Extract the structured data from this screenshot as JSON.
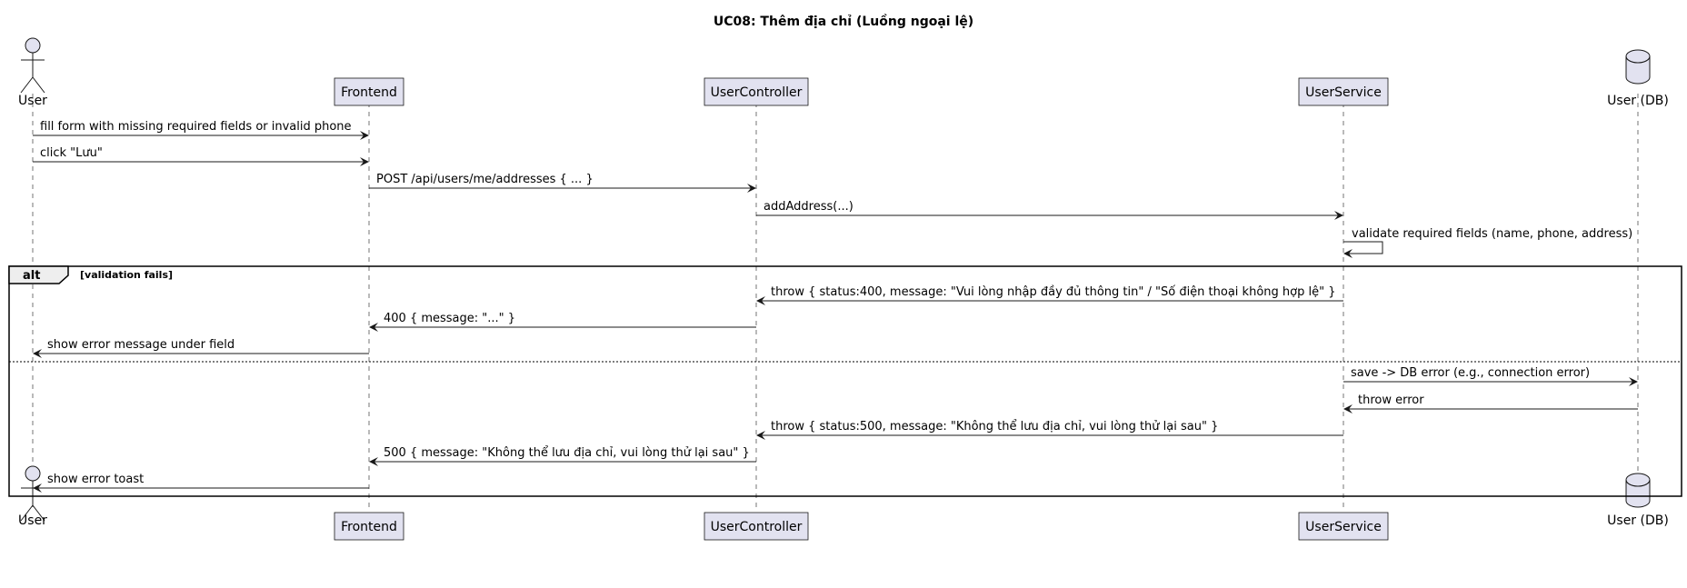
{
  "title": "UC08: Thêm địa chỉ (Luồng ngoại lệ)",
  "participants": [
    {
      "id": "user",
      "name": "User",
      "kind": "actor"
    },
    {
      "id": "frontend",
      "name": "Frontend",
      "kind": "participant"
    },
    {
      "id": "controller",
      "name": "UserController",
      "kind": "participant"
    },
    {
      "id": "service",
      "name": "UserService",
      "kind": "participant"
    },
    {
      "id": "db",
      "name": "User (DB)",
      "kind": "database"
    }
  ],
  "messages": [
    {
      "from": "user",
      "to": "frontend",
      "text": "fill form with missing required fields or invalid phone"
    },
    {
      "from": "user",
      "to": "frontend",
      "text": "click \"Lưu\""
    },
    {
      "from": "frontend",
      "to": "controller",
      "text": "POST /api/users/me/addresses { ... }"
    },
    {
      "from": "controller",
      "to": "service",
      "text": "addAddress(...)"
    },
    {
      "from": "service",
      "to": "service",
      "text": "validate required fields (name, phone, address)"
    },
    {
      "from": "service",
      "to": "controller",
      "text": "throw { status:400, message: \"Vui lòng nhập đầy đủ thông tin\" / \"Số điện thoại không hợp lệ\" }"
    },
    {
      "from": "controller",
      "to": "frontend",
      "text": "400 { message: \"...\" }"
    },
    {
      "from": "frontend",
      "to": "user",
      "text": "show error message under field"
    },
    {
      "from": "service",
      "to": "db",
      "text": "save -> DB error (e.g., connection error)"
    },
    {
      "from": "db",
      "to": "service",
      "text": "throw error"
    },
    {
      "from": "service",
      "to": "controller",
      "text": "throw { status:500, message: \"Không thể lưu địa chỉ, vui lòng thử lại sau\" }"
    },
    {
      "from": "controller",
      "to": "frontend",
      "text": "500 { message: \"Không thể lưu địa chỉ, vui lòng thử lại sau\" }"
    },
    {
      "from": "frontend",
      "to": "user",
      "text": "show error toast"
    }
  ],
  "alt_fragment": {
    "keyword": "alt",
    "guard": "[validation fails]"
  },
  "colors": {
    "participant_fill": "#E2E2F0",
    "participant_stroke": "#181818",
    "lifeline": "#181818"
  }
}
